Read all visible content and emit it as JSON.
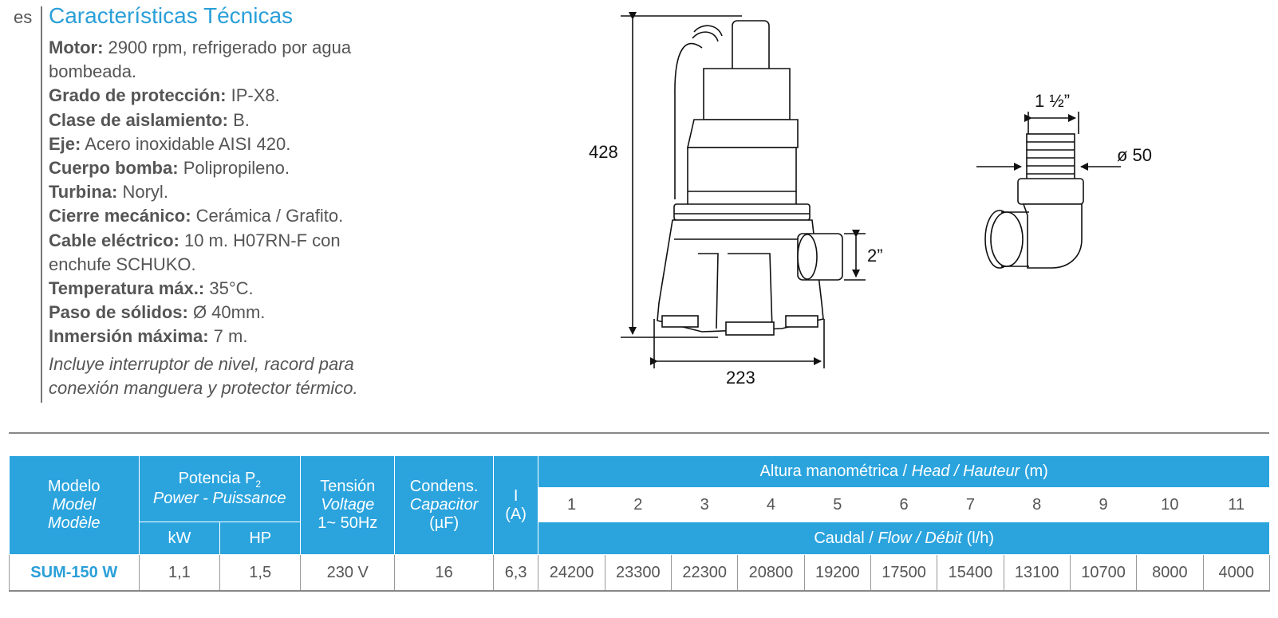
{
  "lang": "es",
  "title": "Características Técnicas",
  "specs": [
    {
      "label": "Motor:",
      "value": "2900 rpm, refrigerado por agua bombeada."
    },
    {
      "label": "Grado de protección:",
      "value": "IP-X8."
    },
    {
      "label": "Clase de aislamiento:",
      "value": "B."
    },
    {
      "label": "Eje:",
      "value": "Acero inoxidable AISI 420."
    },
    {
      "label": "Cuerpo bomba:",
      "value": "Polipropileno."
    },
    {
      "label": "Turbina:",
      "value": "Noryl."
    },
    {
      "label": "Cierre mecánico:",
      "value": "Cerámica / Grafito."
    },
    {
      "label": "Cable eléctrico:",
      "value": "10 m. H07RN-F con enchufe SCHUKO."
    },
    {
      "label": "Temperatura máx.:",
      "value": "35°C."
    },
    {
      "label": "Paso de sólidos:",
      "value": "Ø 40mm."
    },
    {
      "label": "Inmersión máxima:",
      "value": "7 m."
    }
  ],
  "note": "Incluye interruptor de nivel, racord para conexión manguera y protector térmico.",
  "drawing": {
    "height": "428",
    "width": "223",
    "outlet": "2”",
    "fitting_thread": "1 ½”",
    "fitting_diameter": "ø 50"
  },
  "table": {
    "model": {
      "es": "Modelo",
      "en": "Model",
      "fr": "Modèle"
    },
    "power": {
      "es_prefix": "Potencia P",
      "sub": "2",
      "en_fr": "Power - Puissance",
      "kw": "kW",
      "hp": "HP"
    },
    "voltage": {
      "es": "Tensión",
      "en": "Voltage",
      "spec": "1~ 50Hz"
    },
    "capacitor": {
      "es": "Condens.",
      "en": "Capacitor",
      "unit": "(µF)"
    },
    "current": {
      "label": "I",
      "unit": "(A)"
    },
    "head": {
      "es": "Altura manométrica /",
      "en_fr": "Head / Hauteur",
      "unit": "(m)"
    },
    "head_values": [
      "1",
      "2",
      "3",
      "4",
      "5",
      "6",
      "7",
      "8",
      "9",
      "10",
      "11"
    ],
    "flow": {
      "es": "Caudal /",
      "en_fr": "Flow / Débit",
      "unit": "(l/h)"
    },
    "rows": [
      {
        "model": "SUM-150 W",
        "kw": "1,1",
        "hp": "1,5",
        "voltage": "230 V",
        "capacitor": "16",
        "current": "6,3",
        "flows": [
          "24200",
          "23300",
          "22300",
          "20800",
          "19200",
          "17500",
          "15400",
          "13100",
          "10700",
          "8000",
          "4000"
        ]
      }
    ]
  },
  "colors": {
    "accent": "#2ba4de",
    "text": "#555555"
  }
}
